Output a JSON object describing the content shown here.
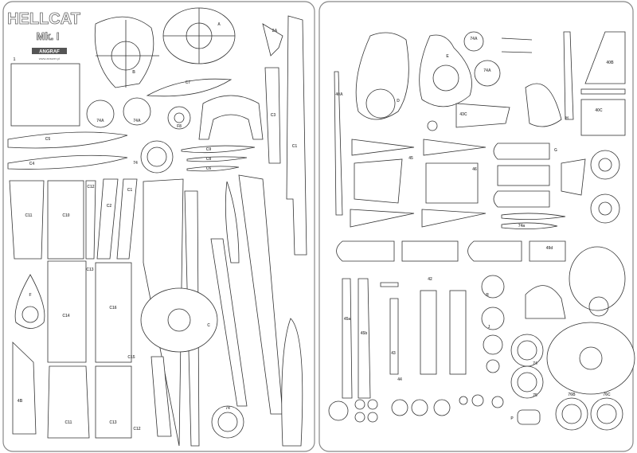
{
  "title": {
    "main": "HELLCAT",
    "sub": "Mk. I",
    "logo": "ANGRAF",
    "url": "www.answer.pl"
  },
  "left_labels": [
    "1",
    "B",
    "A",
    "C7",
    "74A",
    "74A",
    "F8",
    "C9",
    "C8",
    "C6",
    "74",
    "C5",
    "C4",
    "C3",
    "2A",
    "C11",
    "C10",
    "C12",
    "C2",
    "C1",
    "C13",
    "C14",
    "C15",
    "C16",
    "F",
    "C",
    "C11",
    "C13",
    "C12",
    "74",
    "4B",
    "C1"
  ],
  "right_labels": [
    "40A",
    "D",
    "E",
    "74A",
    "74A",
    "43C",
    "45",
    "46",
    "40B",
    "40C",
    "H",
    "G",
    "R",
    "J",
    "43",
    "44",
    "42",
    "49d",
    "45a",
    "45b",
    "74",
    "75",
    "76B",
    "76C",
    "74a",
    "P"
  ]
}
